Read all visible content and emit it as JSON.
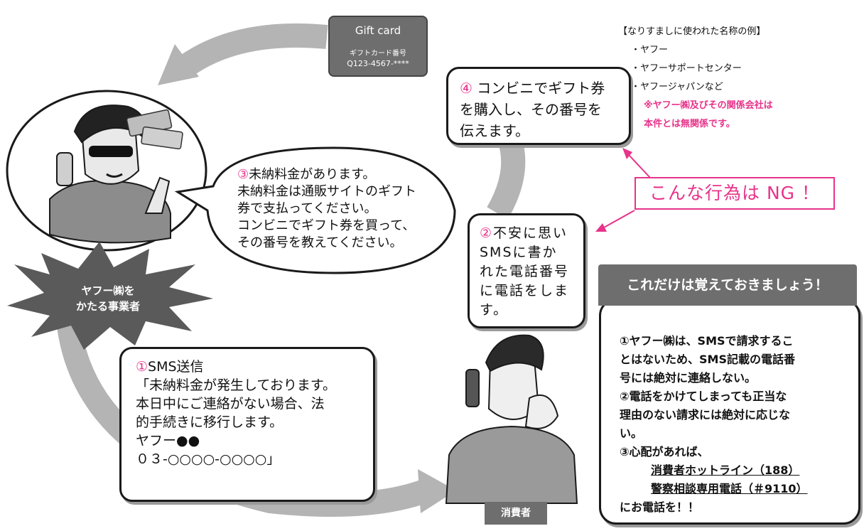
{
  "gift_card": {
    "title": "Gift card",
    "number_label": "ギフトカード番号",
    "number": "Q123-4567-****"
  },
  "step4": {
    "marker": "④",
    "lines": [
      "コンビニでギフト券",
      "を購入し、その番号を",
      "伝えます。"
    ]
  },
  "step3": {
    "marker": "③",
    "lines": [
      "未納料金があります。",
      "未納料金は通販サイトのギフト",
      "券で支払ってください。",
      "コンビニでギフト券を買って、",
      "その番号を教えてください。"
    ]
  },
  "step2": {
    "marker": "②",
    "lines": [
      "不安に思い",
      "SMSに書か",
      "れた電話番号",
      "に電話をしま",
      "す。"
    ]
  },
  "step1": {
    "marker": "①",
    "title": "SMS送信",
    "lines": [
      "「未納料金が発生しております。",
      "本日中にご連絡がない場合、法",
      "的手続きに移行します。",
      "ヤフー●●",
      "０３-○○○○-○○○○」"
    ]
  },
  "impersonation": {
    "heading": "【なりすましに使われた名称の例】",
    "items": [
      "・ヤフー",
      "・ヤフーサポートセンター",
      "・ヤフージャパンなど"
    ],
    "note_lines": [
      "※ヤフー㈱及びその関係会社は",
      "本件とは無関係です。"
    ]
  },
  "warning": "こんな行為は NG ！",
  "scammer_label": [
    "ヤフー㈱を",
    "かたる事業者"
  ],
  "consumer_label": "消費者",
  "remember": {
    "title": "これだけは覚えておきましょう！",
    "lines": [
      "①ヤフー㈱は、SMSで請求するこ",
      "とはないため、SMS記載の電話番",
      "号には絶対に連絡しない。",
      "②電話をかけてしまっても正当な",
      "理由のない請求には絶対に応じな",
      "い。",
      "③心配があれば、"
    ],
    "contacts": [
      "消費者ホットライン（188）",
      "警察相談専用電話（＃9110）"
    ],
    "closing": "にお電話を！！"
  },
  "colors": {
    "accent": "#e8338a",
    "gray": "#6e6e6e",
    "arrow": "#b4b4b4"
  }
}
